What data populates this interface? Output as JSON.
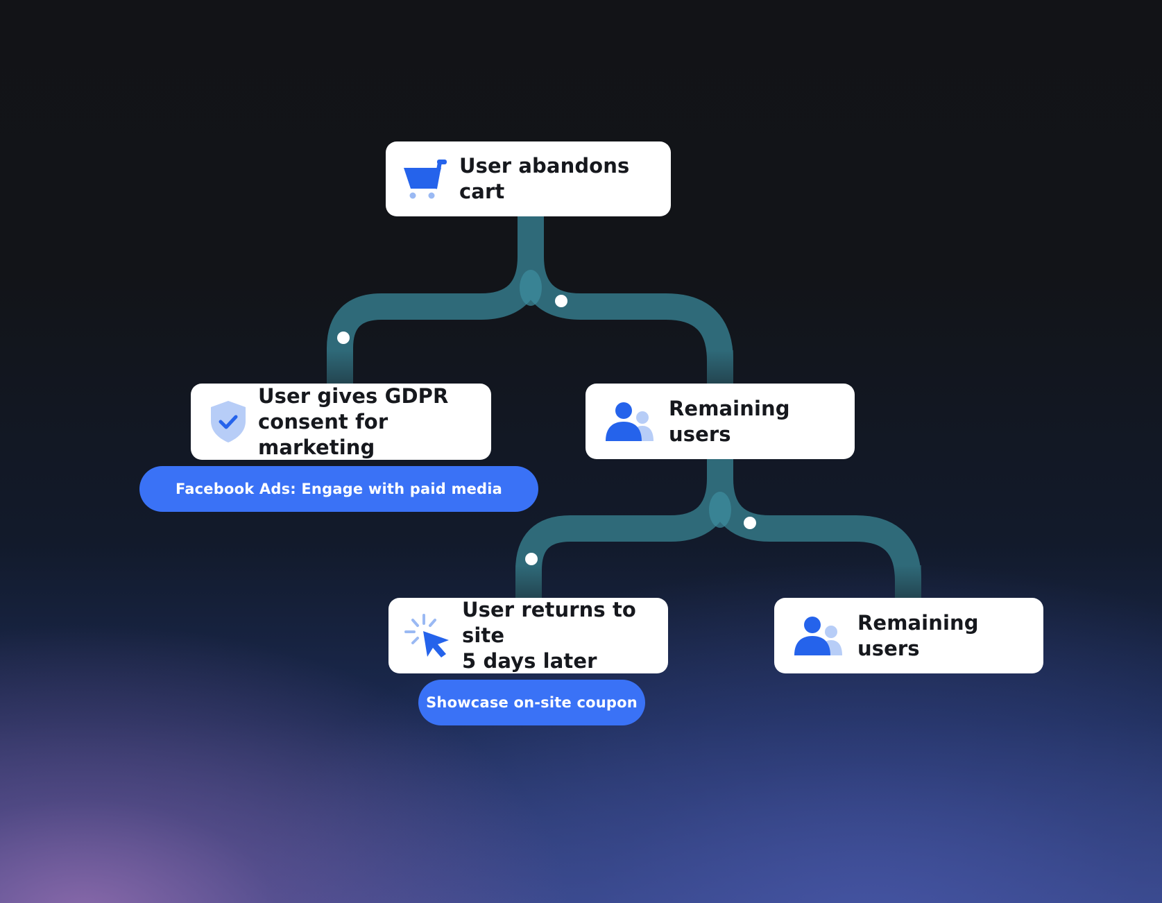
{
  "nodes": {
    "root": {
      "label": "User abandons cart",
      "icon": "shopping-cart-icon"
    },
    "gdpr": {
      "label": "User gives GDPR\nconsent for marketing",
      "icon": "shield-check-icon"
    },
    "remaining_1": {
      "label": "Remaining users",
      "icon": "users-icon"
    },
    "returns": {
      "label": "User returns to site\n5 days later",
      "icon": "cursor-click-icon"
    },
    "remaining_2": {
      "label": "Remaining users",
      "icon": "users-icon"
    }
  },
  "actions": {
    "facebook_ads": "Facebook Ads: Engage with paid media",
    "coupon": "Showcase on-site coupon"
  },
  "colors": {
    "connector": "#2f6a79",
    "node_background": "#ffffff",
    "action_pill": "#3a72f6",
    "icon_primary": "#2563eb",
    "icon_secondary": "#b7cdf7"
  }
}
